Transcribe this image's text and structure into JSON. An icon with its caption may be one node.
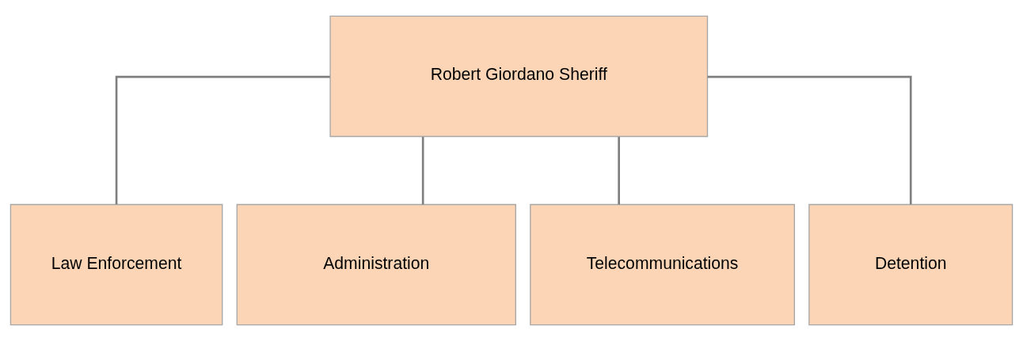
{
  "diagram": {
    "nodes": [
      {
        "text": [
          "Robert Giordano Sheriff"
        ]
      },
      {
        "text": [
          "Law Enforcement"
        ]
      },
      {
        "text": [
          "Administration"
        ]
      },
      {
        "text": [
          "Telecommunications"
        ]
      },
      {
        "text": [
          "Detention"
        ]
      }
    ],
    "edges": [
      {
        "from": 0,
        "to": 1,
        "arrow": "none"
      },
      {
        "from": 0,
        "to": 2,
        "arrow": "none"
      },
      {
        "from": 0,
        "to": 3,
        "arrow": "none"
      },
      {
        "from": 0,
        "to": 4,
        "arrow": "none"
      }
    ]
  }
}
